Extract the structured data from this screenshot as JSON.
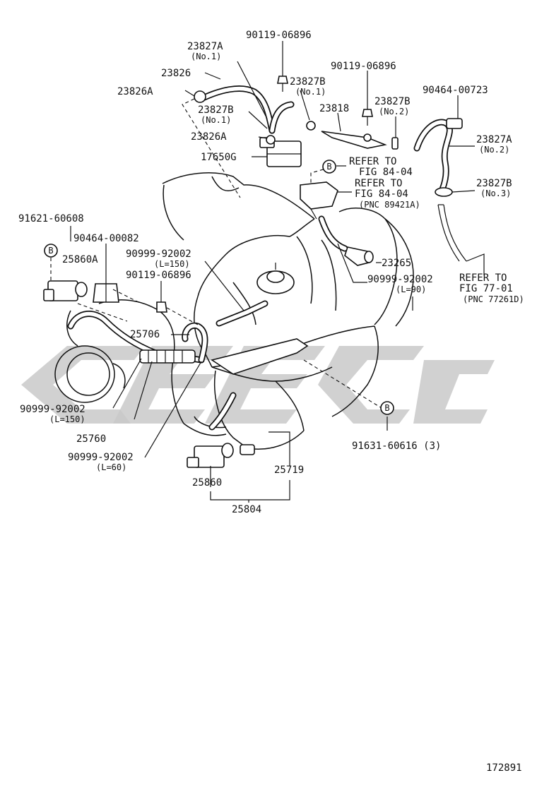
{
  "figure_number": "172891",
  "colors": {
    "ink": "#111111",
    "watermark": "#c9c9c9",
    "background": "#ffffff"
  },
  "watermark_text": "OEM",
  "ref_marker": "B",
  "labels": {
    "p90119_top": "90119-06896",
    "p23827A_no1": "23827A",
    "p23827A_no1_sub": "(No.1)",
    "p23826": "23826",
    "p23826A_a": "23826A",
    "p23827B_no1_a": "23827B",
    "p23827B_no1_a_sub": "(No.1)",
    "p23827B_no1_b": "23827B",
    "p23827B_no1_b_sub": "(No.1)",
    "p23826A_b": "23826A",
    "p17650G": "17650G",
    "p90119_mid": "90119-06896",
    "p23818": "23818",
    "p23827B_no2": "23827B",
    "p23827B_no2_sub": "(No.2)",
    "p90464_00723": "90464-00723",
    "p23827A_no2": "23827A",
    "p23827A_no2_sub": "(No.2)",
    "p23827B_no3": "23827B",
    "p23827B_no3_sub": "(No.3)",
    "refer1_l1": "REFER TO",
    "refer1_l2": "FIG 84-04",
    "refer2_l1": "REFER TO",
    "refer2_l2": "FIG 84-04",
    "refer2_l3": "(PNC 89421A)",
    "refer3_l1": "REFER TO",
    "refer3_l2": "FIG 77-01",
    "refer3_l3": "(PNC 77261D)",
    "p91621": "91621-60608",
    "p90464_00082": "90464-00082",
    "p25860A": "25860A",
    "p90999_150_top": "90999-92002",
    "p90999_150_top_sub": "(L=150)",
    "p90119_left": "90119-06896",
    "p23265": "23265",
    "p90999_90": "90999-92002",
    "p90999_90_sub": "(L=90)",
    "p25706": "25706",
    "p90999_150_bot": "90999-92002",
    "p90999_150_bot_sub": "(L=150)",
    "p25760": "25760",
    "p90999_60": "90999-92002",
    "p90999_60_sub": "(L=60)",
    "p91631": "91631-60616 (3)",
    "p25719": "25719",
    "p25860": "25860",
    "p25804": "25804"
  }
}
